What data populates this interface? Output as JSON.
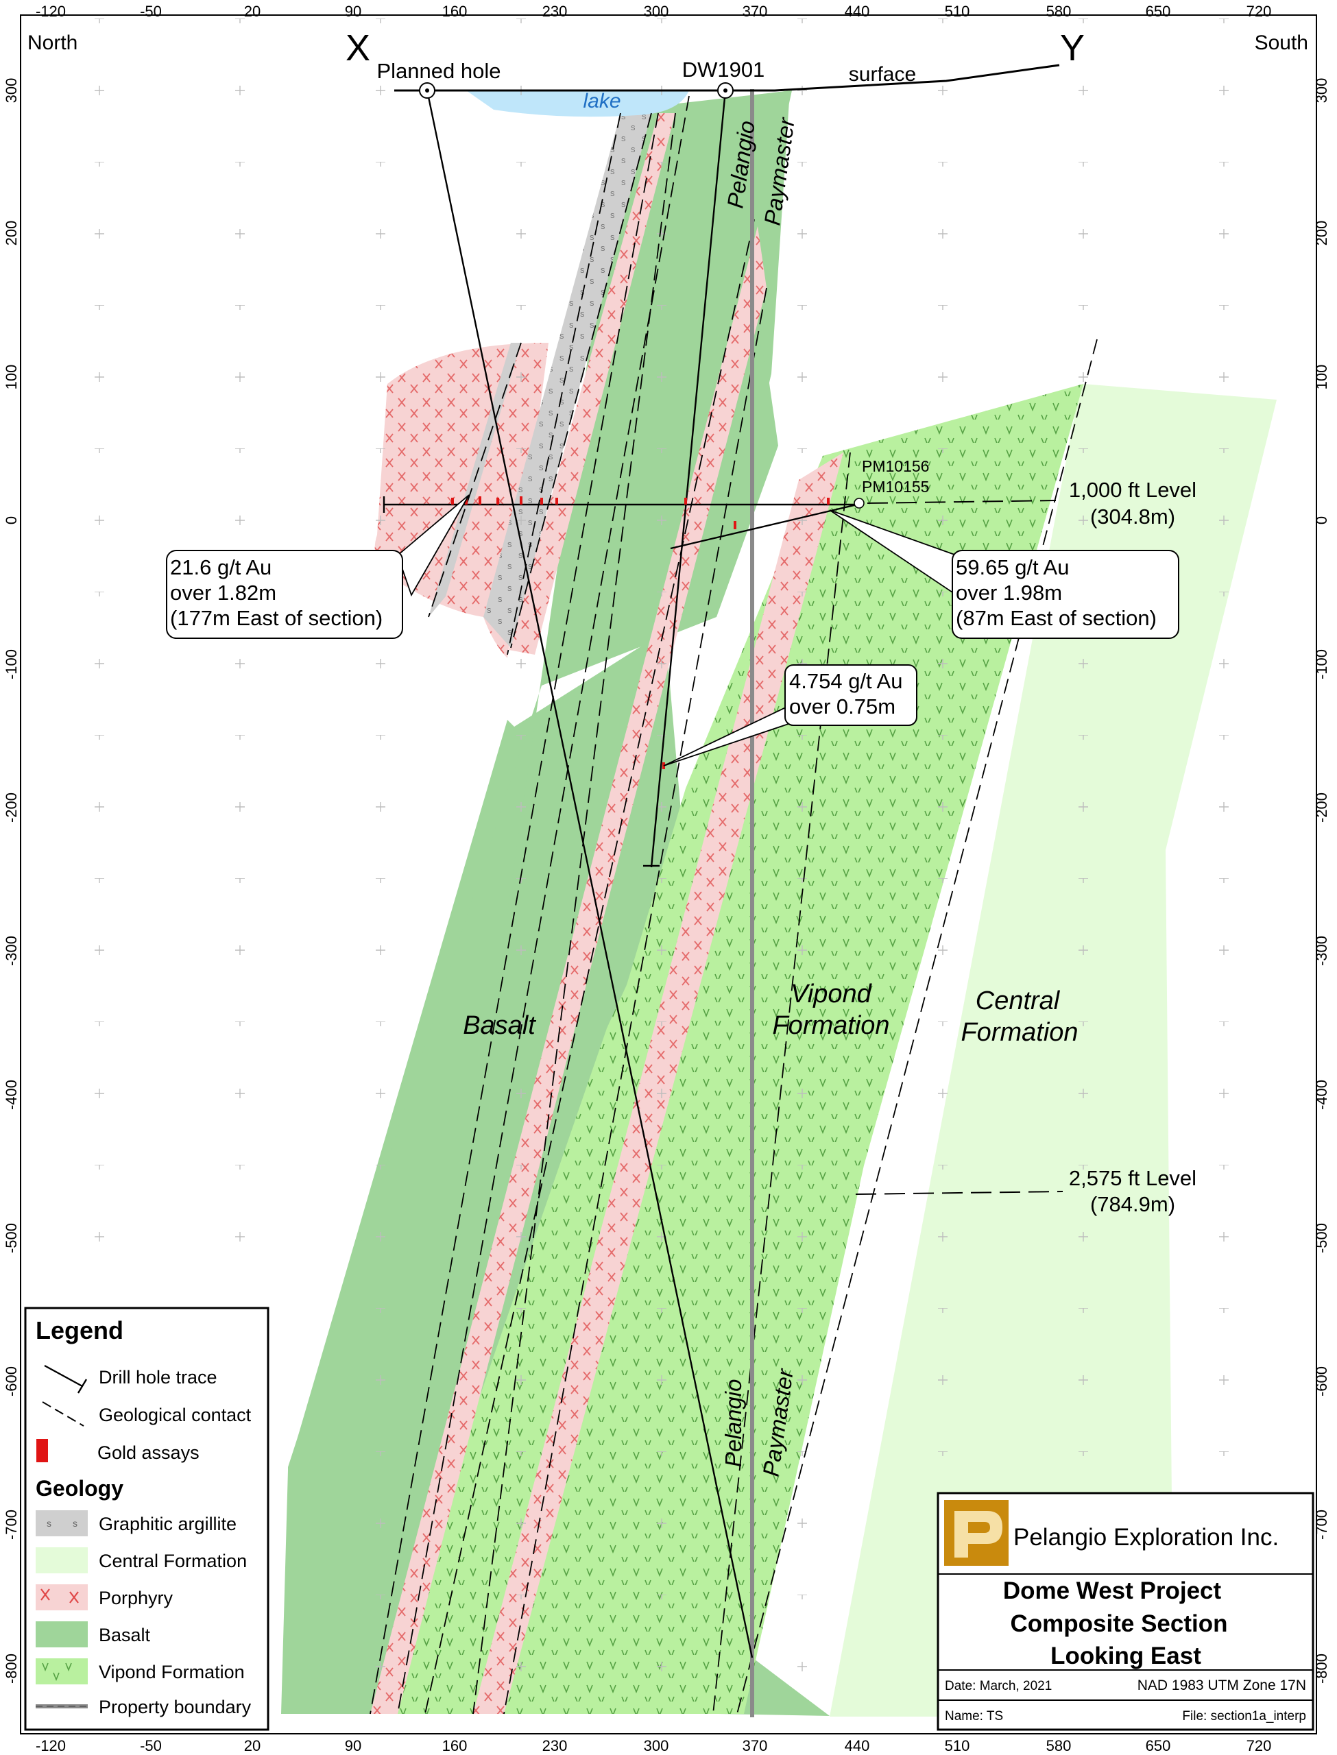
{
  "header": {
    "left": "North",
    "right": "South",
    "x_marker": "X",
    "y_marker": "Y"
  },
  "axes": {
    "x_ticks": [
      "-120",
      "-50",
      "20",
      "90",
      "160",
      "230",
      "300",
      "370",
      "440",
      "510",
      "580",
      "650",
      "720"
    ],
    "y_ticks": [
      "300",
      "200",
      "100",
      "0",
      "-100",
      "-200",
      "-300",
      "-400",
      "-500",
      "-600",
      "-700",
      "-800"
    ]
  },
  "map_labels": {
    "planned_hole": "Planned hole",
    "dw1901": "DW1901",
    "surface": "surface",
    "lake": "lake",
    "pelangio": "Pelangio",
    "paymaster": "Paymaster",
    "pm10156": "PM10156",
    "pm10155": "PM10155",
    "level_1000": "1,000 ft Level",
    "level_1000_m": "(304.8m)",
    "level_2575": "2,575 ft Level",
    "level_2575_m": "(784.9m)",
    "basalt": "Basalt",
    "vipond_1": "Vipond",
    "vipond_2": "Formation",
    "central_1": "Central",
    "central_2": "Formation"
  },
  "callouts": {
    "c1": [
      "21.6 g/t Au",
      "over 1.82m",
      "(177m East of section)"
    ],
    "c2": [
      "59.65 g/t Au",
      "over 1.98m",
      "(87m East of section)"
    ],
    "c3": [
      "4.754 g/t Au",
      "over 0.75m"
    ]
  },
  "legend": {
    "title": "Legend",
    "items": [
      "Drill hole trace",
      "Geological contact",
      "Gold assays"
    ],
    "geology_title": "Geology",
    "geology": [
      "Graphitic argillite",
      "Central Formation",
      "Porphyry",
      "Basalt",
      "Vipond Formation",
      "Property boundary"
    ]
  },
  "title_block": {
    "company": "Pelangio Exploration Inc.",
    "title_1": "Dome West Project",
    "title_2": "Composite Section",
    "title_3": "Looking East",
    "date": "Date: March, 2021",
    "projection": "NAD 1983 UTM Zone 17N",
    "name": "Name: TS",
    "file": "File: section1a_interp"
  },
  "colors": {
    "basalt": "#9fd59a",
    "vipond": "#b9f09f",
    "central": "#e4fbd9",
    "porphyry": "#f7d3d3",
    "argillite": "#cfcfcf",
    "lake": "#bfe6fa",
    "gold": "#e01414",
    "logo": "#c98a0d"
  }
}
